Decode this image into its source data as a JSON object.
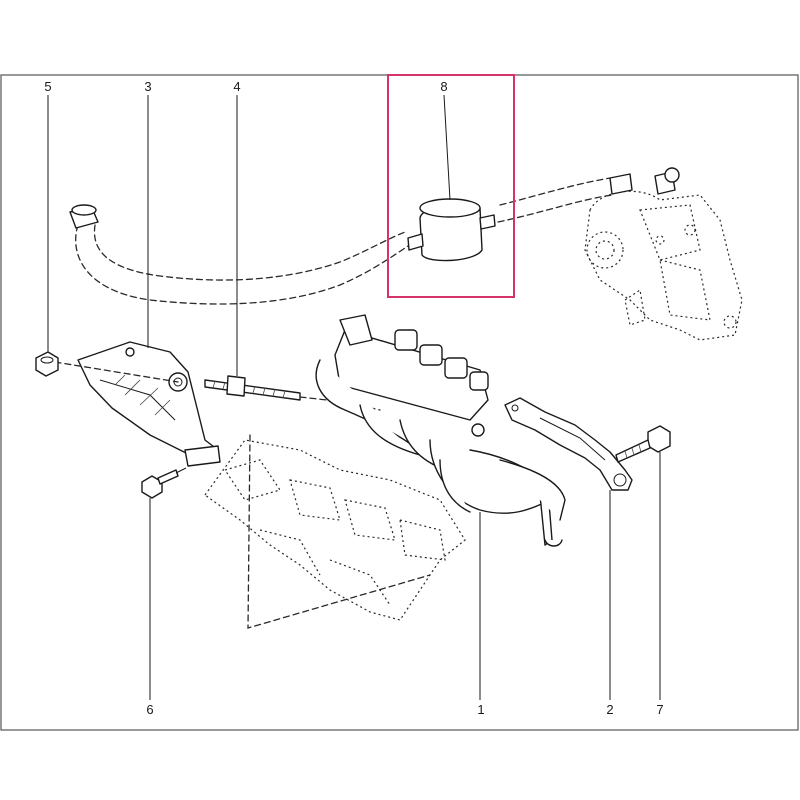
{
  "diagram": {
    "callouts": {
      "c1": "1",
      "c2": "2",
      "c3": "3",
      "c4": "4",
      "c5": "5",
      "c6": "6",
      "c7": "7",
      "c8": "8"
    },
    "colors": {
      "highlight": "#d6336c",
      "line": "#1a1a1a",
      "frame": "#555555"
    }
  }
}
